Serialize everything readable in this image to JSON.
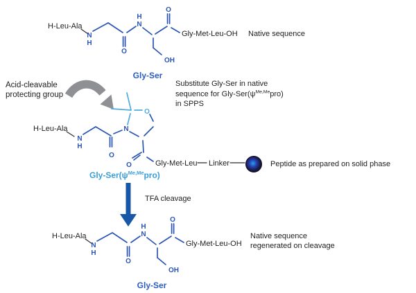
{
  "palette": {
    "structure_blue": "#2b55b2",
    "protecting_group_blue": "#50acdf",
    "caption_blue": "#2c5cc0",
    "pseudo_label_blue": "#3a9ed8",
    "text_black": "#1d1d1d",
    "gray_arrow": "#8f9094",
    "tfa_arrow_blue": "#1857a8",
    "bead_core": "#18a8ee",
    "bead_mid": "#2a3db0",
    "bead_outer": "#191940"
  },
  "atoms": {
    "n": "N",
    "h": "H",
    "o": "O",
    "oh": "OH"
  },
  "top_structure": {
    "left_residues": "H-Leu-Ala",
    "right_residues": "Gly-Met-Leu-OH",
    "caption": "Native sequence",
    "name_label": "Gly-Ser"
  },
  "protecting_group_note": {
    "line1": "Acid-cleavable",
    "line2": "protecting group"
  },
  "substitution_note": {
    "line1": "Substitute Gly-Ser in native",
    "line2_pre": "sequence for Gly-Ser(ψ",
    "line2_sup": "Me,Me",
    "line2_post": "pro)",
    "line3": "in SPPS"
  },
  "solid_phase": {
    "left_residues": "H-Leu-Ala",
    "chain_residues": "Gly-Met-Leu",
    "linker_label": "Linker",
    "caption": "Peptide as prepared on solid phase",
    "name_pre": "Gly-Ser(ψ",
    "name_sup": "Me,Me",
    "name_post": "pro)"
  },
  "cleavage": {
    "label": "TFA cleavage"
  },
  "bottom_structure": {
    "left_residues": "H-Leu-Ala",
    "right_residues": "Gly-Met-Leu-OH",
    "caption_line1": "Native sequence",
    "caption_line2": "regenerated on cleavage",
    "name_label": "Gly-Ser"
  }
}
